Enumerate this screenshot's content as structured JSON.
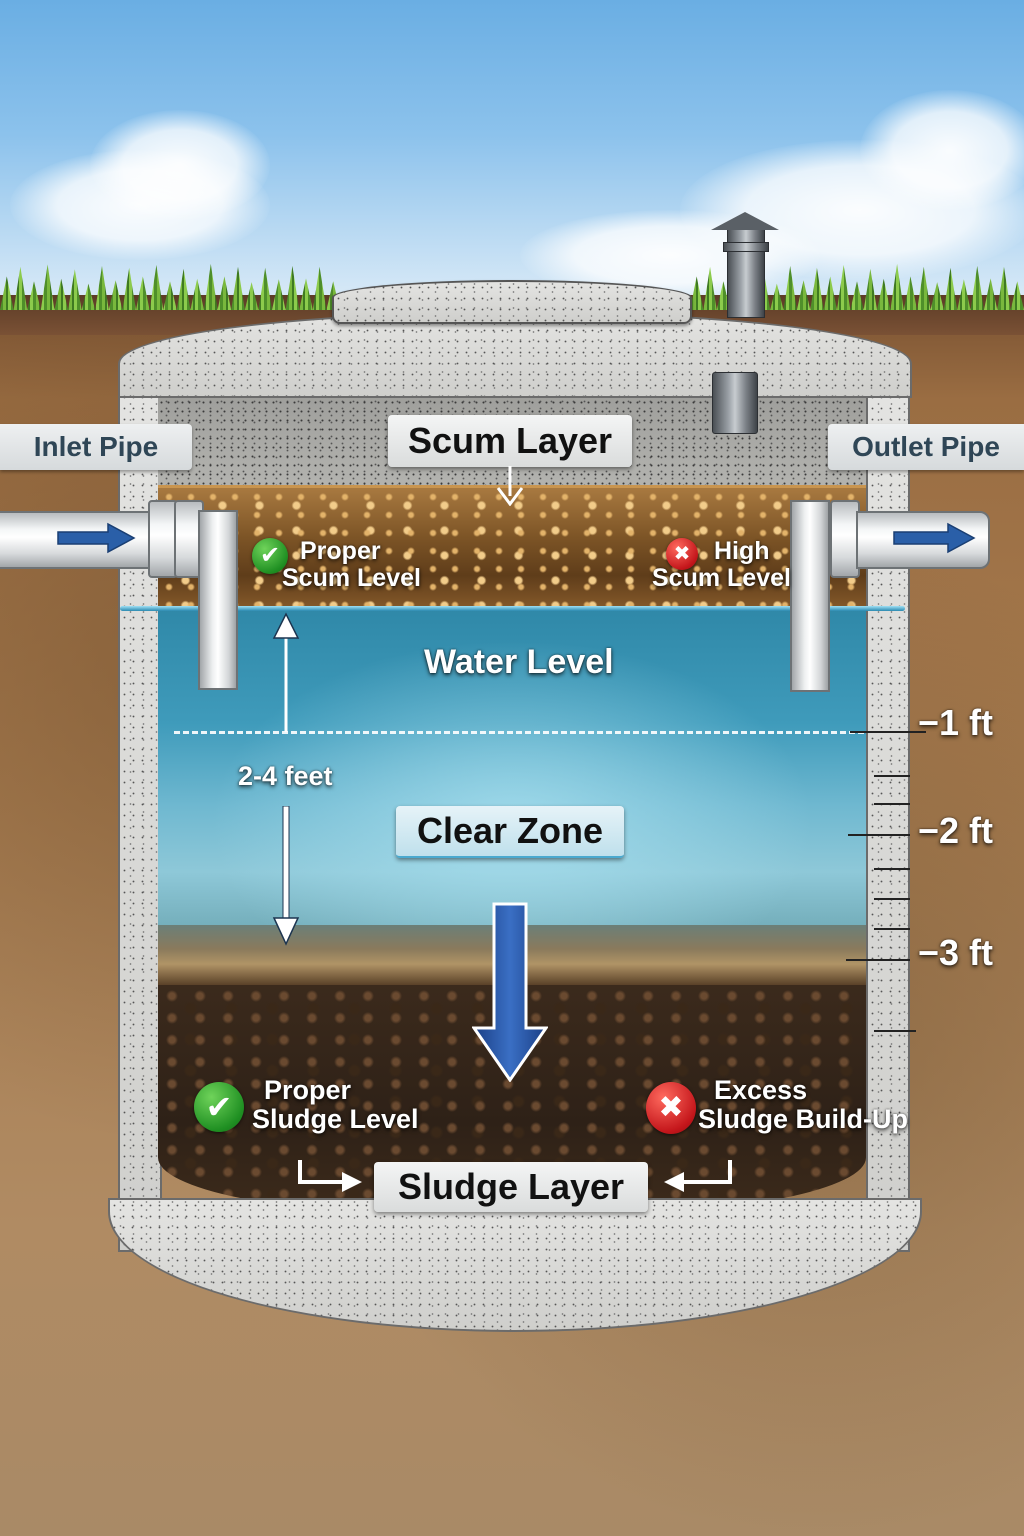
{
  "diagram": {
    "subject": "Septic tank cross-section",
    "labels": {
      "inlet_pipe": "Inlet Pipe",
      "outlet_pipe": "Outlet Pipe",
      "scum_layer": "Scum Layer",
      "water_level": "Water Level",
      "clear_zone": "Clear Zone",
      "sludge_layer": "Sludge Layer",
      "depth_range": "2-4 feet"
    },
    "indicators": {
      "proper_scum": {
        "line1": "Proper",
        "line2": "Scum Level",
        "status": "ok",
        "icon": "check"
      },
      "high_scum": {
        "line1": "High",
        "line2": "Scum Level",
        "status": "bad",
        "icon": "x"
      },
      "proper_sludge": {
        "line1": "Proper",
        "line2": "Sludge Level",
        "status": "ok",
        "icon": "check"
      },
      "excess_sludge": {
        "line1": "Excess",
        "line2": "Sludge Build-Up",
        "status": "bad",
        "icon": "x"
      }
    },
    "depth_scale": [
      {
        "label": "−1 ft"
      },
      {
        "label": "−2 ft"
      },
      {
        "label": "−3 ft"
      }
    ],
    "icons": {
      "check": "✔",
      "x": "✖",
      "arrow_right": "→",
      "arrow_left": "←"
    },
    "colors": {
      "ok_green": "#1f8f22",
      "bad_red": "#c4161b",
      "flow_arrow_blue": "#2a5fa8",
      "water_blue": "#3f9bbb",
      "label_text_dark": "#2f4656"
    }
  }
}
